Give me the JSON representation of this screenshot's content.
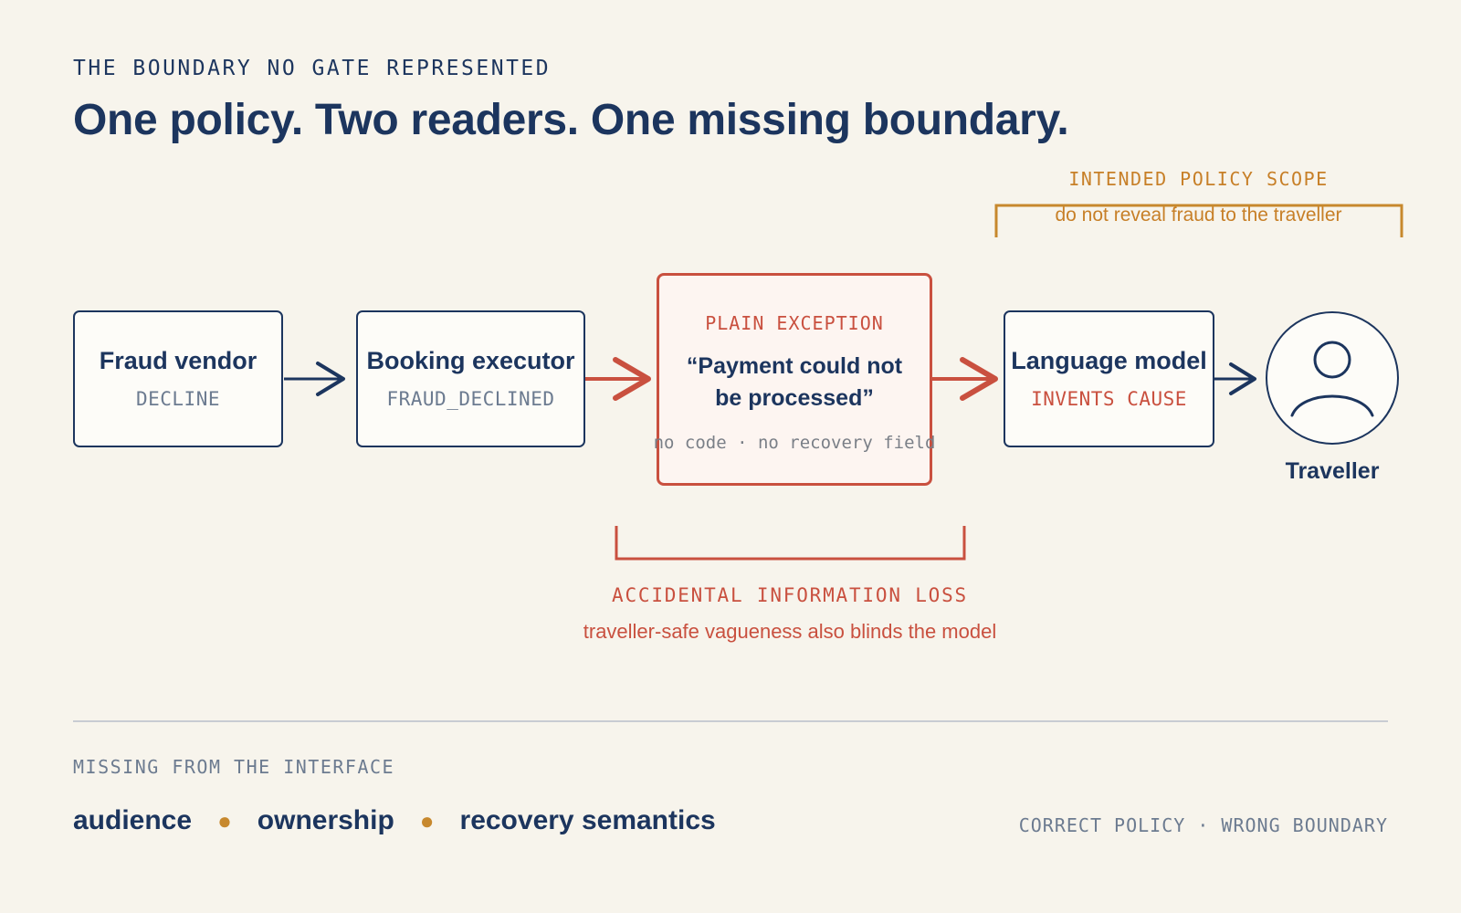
{
  "header": {
    "eyebrow": "THE BOUNDARY NO GATE REPRESENTED",
    "title": "One policy. Two readers. One missing boundary."
  },
  "scope": {
    "label": "INTENDED POLICY SCOPE",
    "text": "do not reveal fraud to the traveller"
  },
  "nodes": {
    "fraud_vendor": {
      "name": "Fraud vendor",
      "code": "DECLINE"
    },
    "booking_executor": {
      "name": "Booking executor",
      "code": "FRAUD_DECLINED"
    },
    "exception": {
      "label": "PLAIN EXCEPTION",
      "quote_line1": "“Payment could not",
      "quote_line2": "be processed”",
      "note": "no code · no recovery field"
    },
    "language_model": {
      "name": "Language model",
      "code": "INVENTS CAUSE"
    },
    "traveller": {
      "name": "Traveller",
      "icon": "person-icon"
    }
  },
  "loss": {
    "label": "ACCIDENTAL INFORMATION LOSS",
    "text": "traveller-safe vagueness also blinds the model"
  },
  "footer": {
    "missing_label": "MISSING FROM THE INTERFACE",
    "missing_items": [
      "audience",
      "ownership",
      "recovery semantics"
    ],
    "tagline": "CORRECT POLICY · WRONG BOUNDARY"
  },
  "colors": {
    "navy": "#1c355e",
    "red": "#c9503f",
    "amber": "#c77f27",
    "muted": "#6c7b90",
    "background": "#f7f4ec"
  }
}
